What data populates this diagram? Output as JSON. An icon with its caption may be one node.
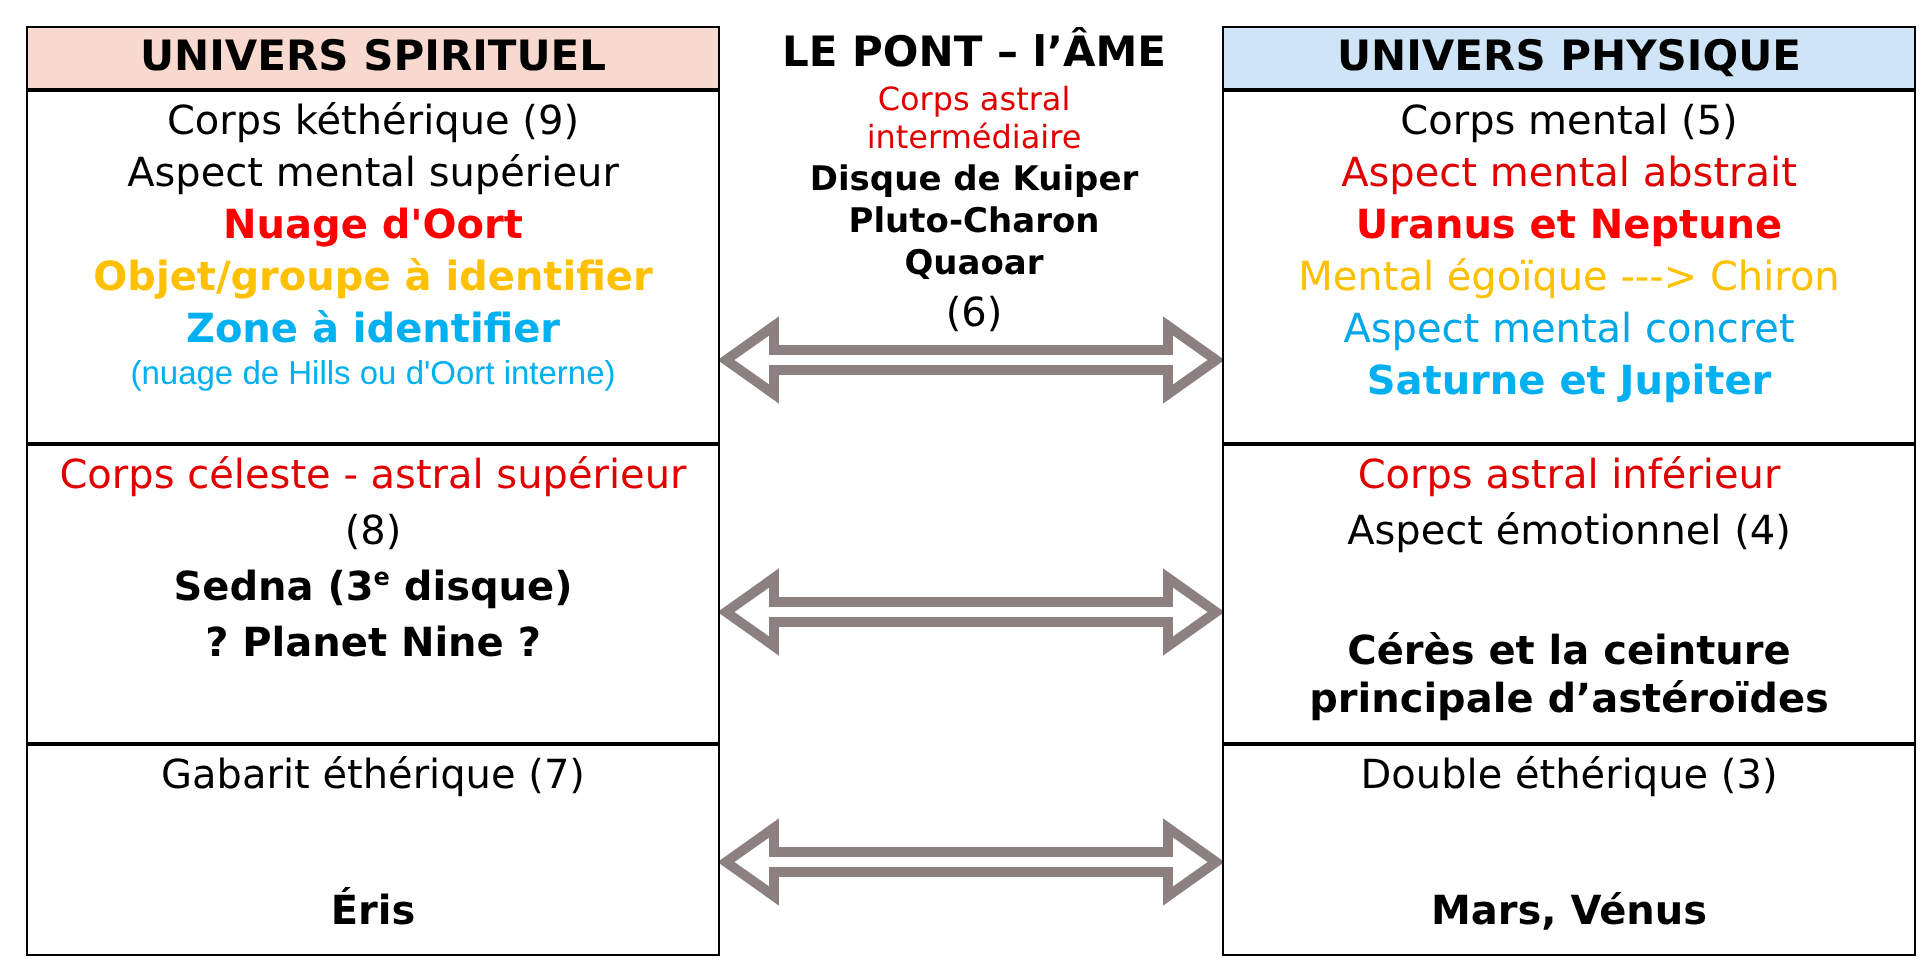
{
  "diagram": {
    "nodes": [
      {
        "text": [
          "UNIVERS SPIRITUEL"
        ]
      },
      {
        "text": [
          "Corps kéthérique (9)",
          "Aspect mental supérieur",
          "Nuage d'Oort",
          "Objet/groupe à identifier",
          "Zone à identifier",
          "(nuage de Hills ou d'Oort interne)"
        ]
      },
      {
        "text": [
          "Corps céleste - astral supérieur",
          "(8)",
          "Sedna (3$^{e}$ disque)",
          "? Planet Nine ?"
        ]
      },
      {
        "text": [
          "Gabarit éthérique (7)",
          "Éris"
        ]
      },
      {
        "text": [
          "UNIVERS PHYSIQUE"
        ]
      },
      {
        "text": [
          "Corps mental (5)",
          "Aspect mental abstrait",
          "Uranus et Neptune",
          "Mental égoïque ---> Chiron",
          "Aspect mental concret",
          "Saturne et Jupiter"
        ]
      },
      {
        "text": [
          "Corps astral inférieur",
          "Aspect émotionnel (4)",
          "Cérès et la ceinture principale d’astéroïdes"
        ]
      },
      {
        "text": [
          "Double éthérique (3)",
          "Mars, Vénus"
        ]
      }
    ],
    "edges": [
      {
        "from": 1,
        "to": 5,
        "arrow": "both"
      },
      {
        "from": 2,
        "to": 6,
        "arrow": "both"
      },
      {
        "from": 3,
        "to": 7,
        "arrow": "both"
      }
    ],
    "labels": [
      "LE PONT – l’ÂME",
      "Corps astral intermédiaire",
      "Disque de Kuiper",
      "Pluto-Charon",
      "Quaoar",
      "(6)"
    ]
  }
}
